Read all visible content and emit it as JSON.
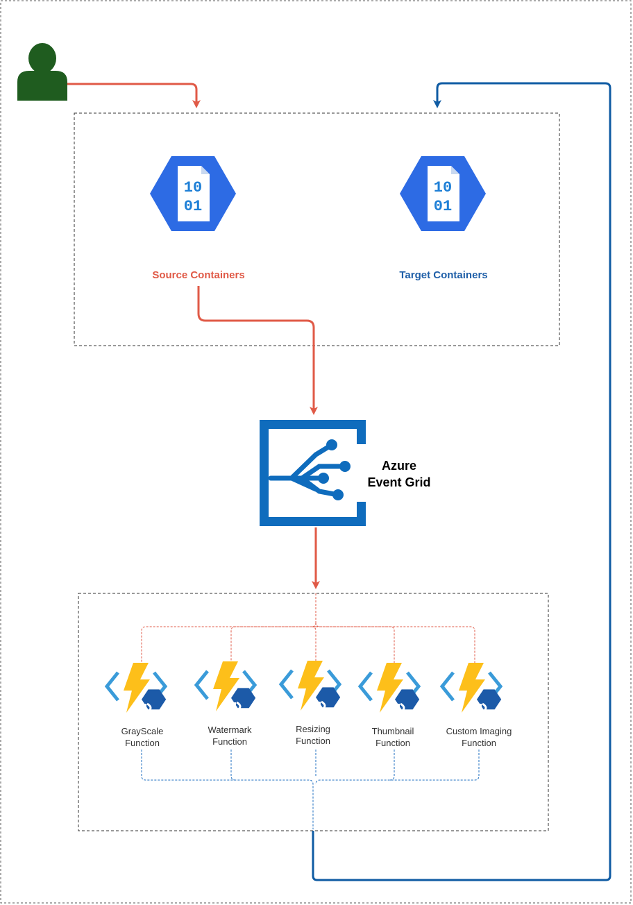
{
  "colors": {
    "flow_red": "#E05A47",
    "flow_blue": "#0F5BA3",
    "user_green": "#1F5C1F",
    "storage_blue": "#2D6BE4",
    "storage_doc_text": "#1E7FD6",
    "event_grid_blue": "#0F6CBD",
    "function_yellow": "#FDBF1A",
    "function_chevron": "#3A9BD9",
    "function_badge": "#1C5AA8",
    "border_dashed": "#333333",
    "source_label": "#E05A47",
    "target_label": "#1F5FA8"
  },
  "nodes": {
    "user": {
      "icon": "user-icon"
    },
    "source_container": {
      "icon": "blob-storage-icon",
      "doc_text_top": "10",
      "doc_text_bottom": "01",
      "label": "Source Containers"
    },
    "target_container": {
      "icon": "blob-storage-icon",
      "doc_text_top": "10",
      "doc_text_bottom": "01",
      "label": "Target Containers"
    },
    "event_grid": {
      "icon": "event-grid-icon",
      "label_line1": "Azure",
      "label_line2": "Event Grid"
    },
    "functions": [
      {
        "icon": "azure-function-icon",
        "line1": "GrayScale",
        "line2": "Function"
      },
      {
        "icon": "azure-function-icon",
        "line1": "Watermark",
        "line2": "Function"
      },
      {
        "icon": "azure-function-icon",
        "line1": "Resizing",
        "line2": "Function"
      },
      {
        "icon": "azure-function-icon",
        "line1": "Thumbnail",
        "line2": "Function"
      },
      {
        "icon": "azure-function-icon",
        "line1": "Custom Imaging",
        "line2": "Function"
      }
    ]
  }
}
